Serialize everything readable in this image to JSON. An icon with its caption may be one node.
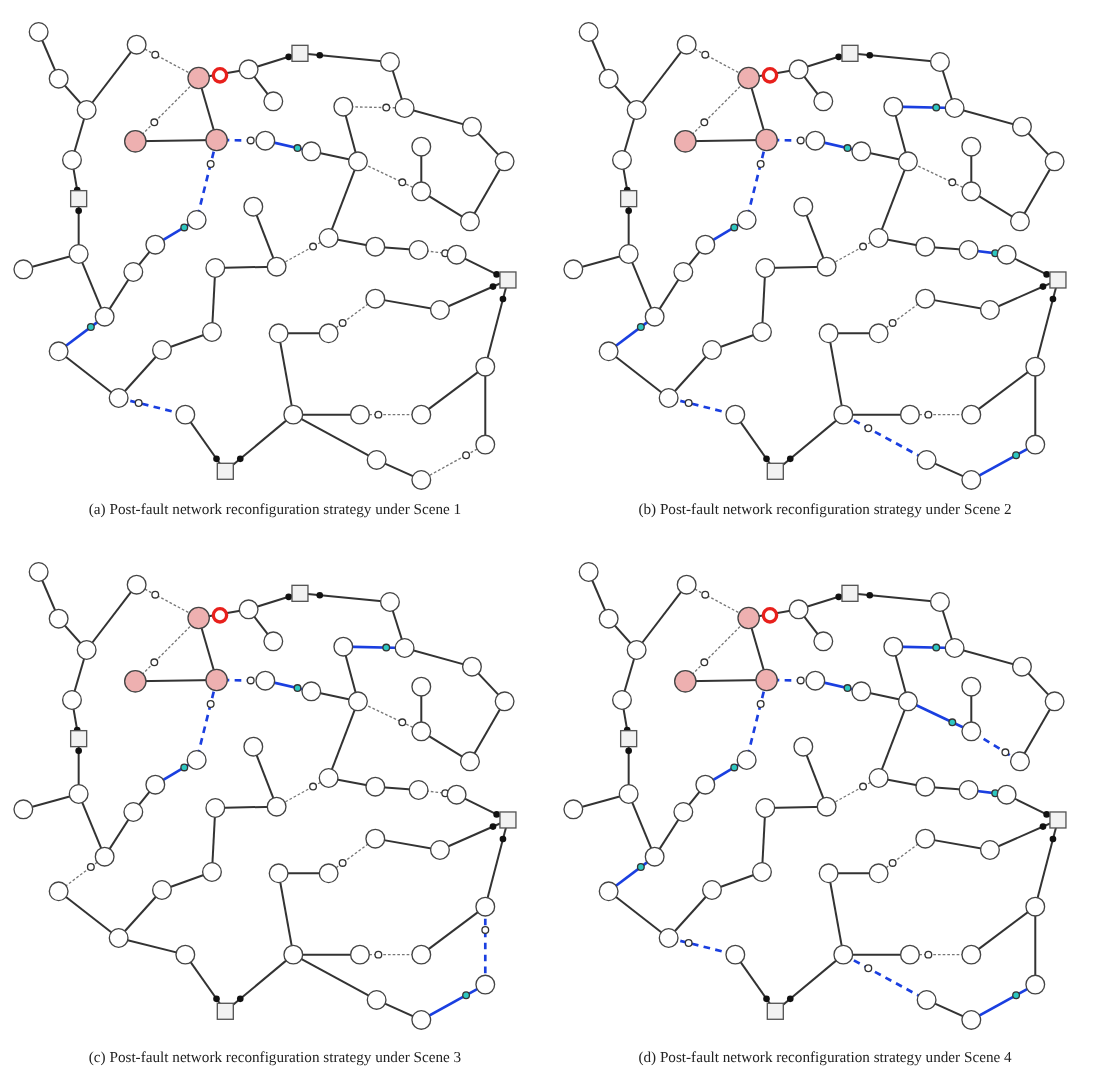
{
  "diagram": {
    "labels": [
      "(a) Post-fault network reconfiguration strategy under Scene 1",
      "(b) Post-fault network reconfiguration strategy under Scene 2",
      "(c) Post-fault network reconfiguration strategy under Scene 3",
      "(d) Post-fault network reconfiguration strategy under Scene 4"
    ]
  }
}
